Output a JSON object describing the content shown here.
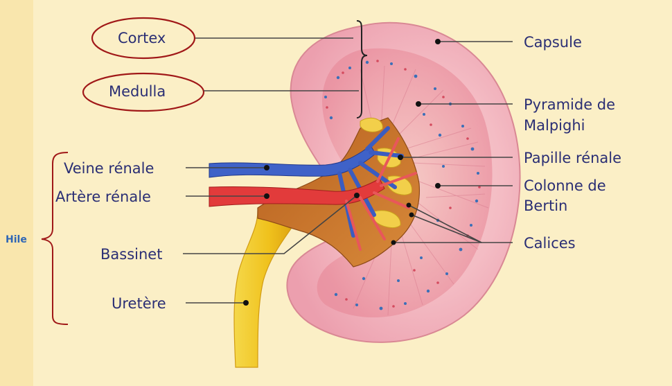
{
  "labels": {
    "cortex": "Cortex",
    "medulla": "Medulla",
    "veine_renale": "Veine rénale",
    "artere_renale": "Artère rénale",
    "bassinet": "Bassinet",
    "uretere": "Uretère",
    "capsule": "Capsule",
    "pyramide_line1": "Pyramide de",
    "pyramide_line2": "Malpighi",
    "papille": "Papille rénale",
    "colonne_line1": "Colonne de",
    "colonne_line2": "Bertin",
    "calices": "Calices",
    "hile": "Hile"
  },
  "colors": {
    "background": "#fbefc6",
    "left_band": "#f9e6ad",
    "label_text": "#2a2e74",
    "hile_text": "#2f66b5",
    "highlight_ellipse": "#a01818",
    "kidney_pink": "#f3b9c2",
    "vein_blue": "#3f62c8",
    "artery_red": "#e23b3b",
    "ureter_yellow": "#f2cc2a",
    "pelvis_brown": "#c8742c"
  }
}
